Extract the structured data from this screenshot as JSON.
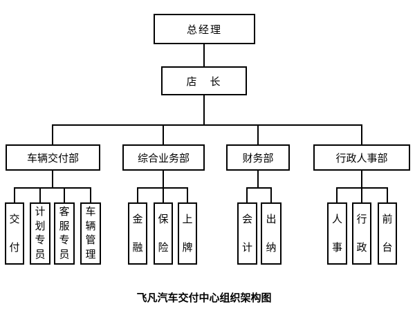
{
  "canvas": {
    "background": "#ffffff",
    "line_color": "#000000",
    "text_color": "#000000"
  },
  "org_chart": {
    "caption": "飞凡汽车交付中心组织架构图",
    "root": {
      "label": "总经理"
    },
    "store_manager": {
      "label": "店　长"
    },
    "departments": [
      {
        "label": "车辆交付部",
        "children": [
          "交付",
          "计划专员",
          "客服专员",
          "车辆管理"
        ]
      },
      {
        "label": "综合业务部",
        "children": [
          "金融",
          "保险",
          "上牌"
        ]
      },
      {
        "label": "财务部",
        "children": [
          "会计",
          "出纳"
        ]
      },
      {
        "label": "行政人事部",
        "children": [
          "人事",
          "行政",
          "前台"
        ]
      }
    ]
  }
}
